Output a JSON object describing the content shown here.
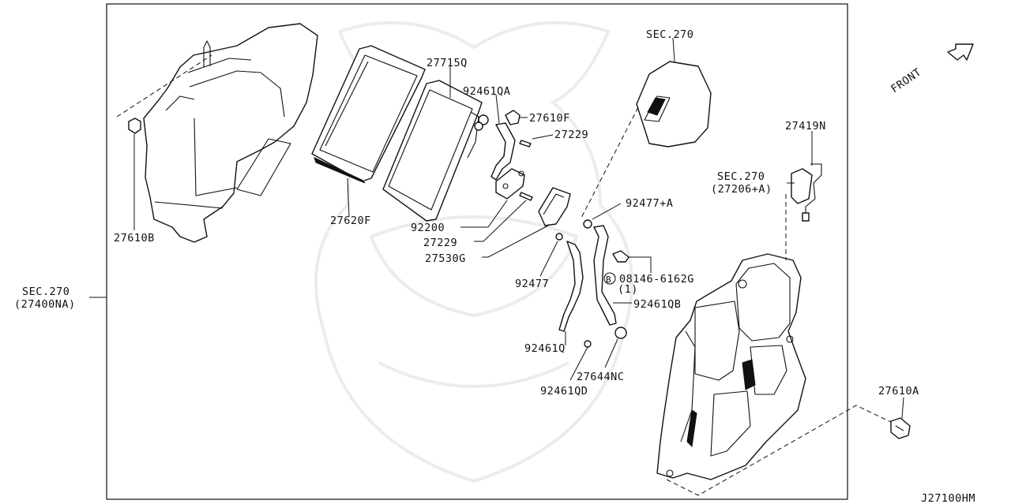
{
  "diagram_code": "J27100HM",
  "front_label": "FRONT",
  "callouts": {
    "sec270_top": "SEC.270",
    "p27715q": "27715Q",
    "p92461qa": "92461QA",
    "p27610f": "27610F",
    "p27229_top": "27229",
    "p27419n": "27419N",
    "sec270_right": "SEC.270",
    "p27206a": "(27206+A)",
    "p92477a": "92477+A",
    "p92200": "92200",
    "p27229_mid": "27229",
    "p27530g": "27530G",
    "p27620f": "27620F",
    "p27610b": "27610B",
    "sec270_left": "SEC.270",
    "p27400na": "(27400NA)",
    "bolt_marker": "B",
    "p08146": "08146-6162G",
    "bolt_qty": "(1)",
    "p92477": "92477",
    "p92461qb": "92461QB",
    "p92461q": "92461Q",
    "p27644nc": "27644NC",
    "p92461qd": "92461QD",
    "p27610a": "27610A"
  }
}
